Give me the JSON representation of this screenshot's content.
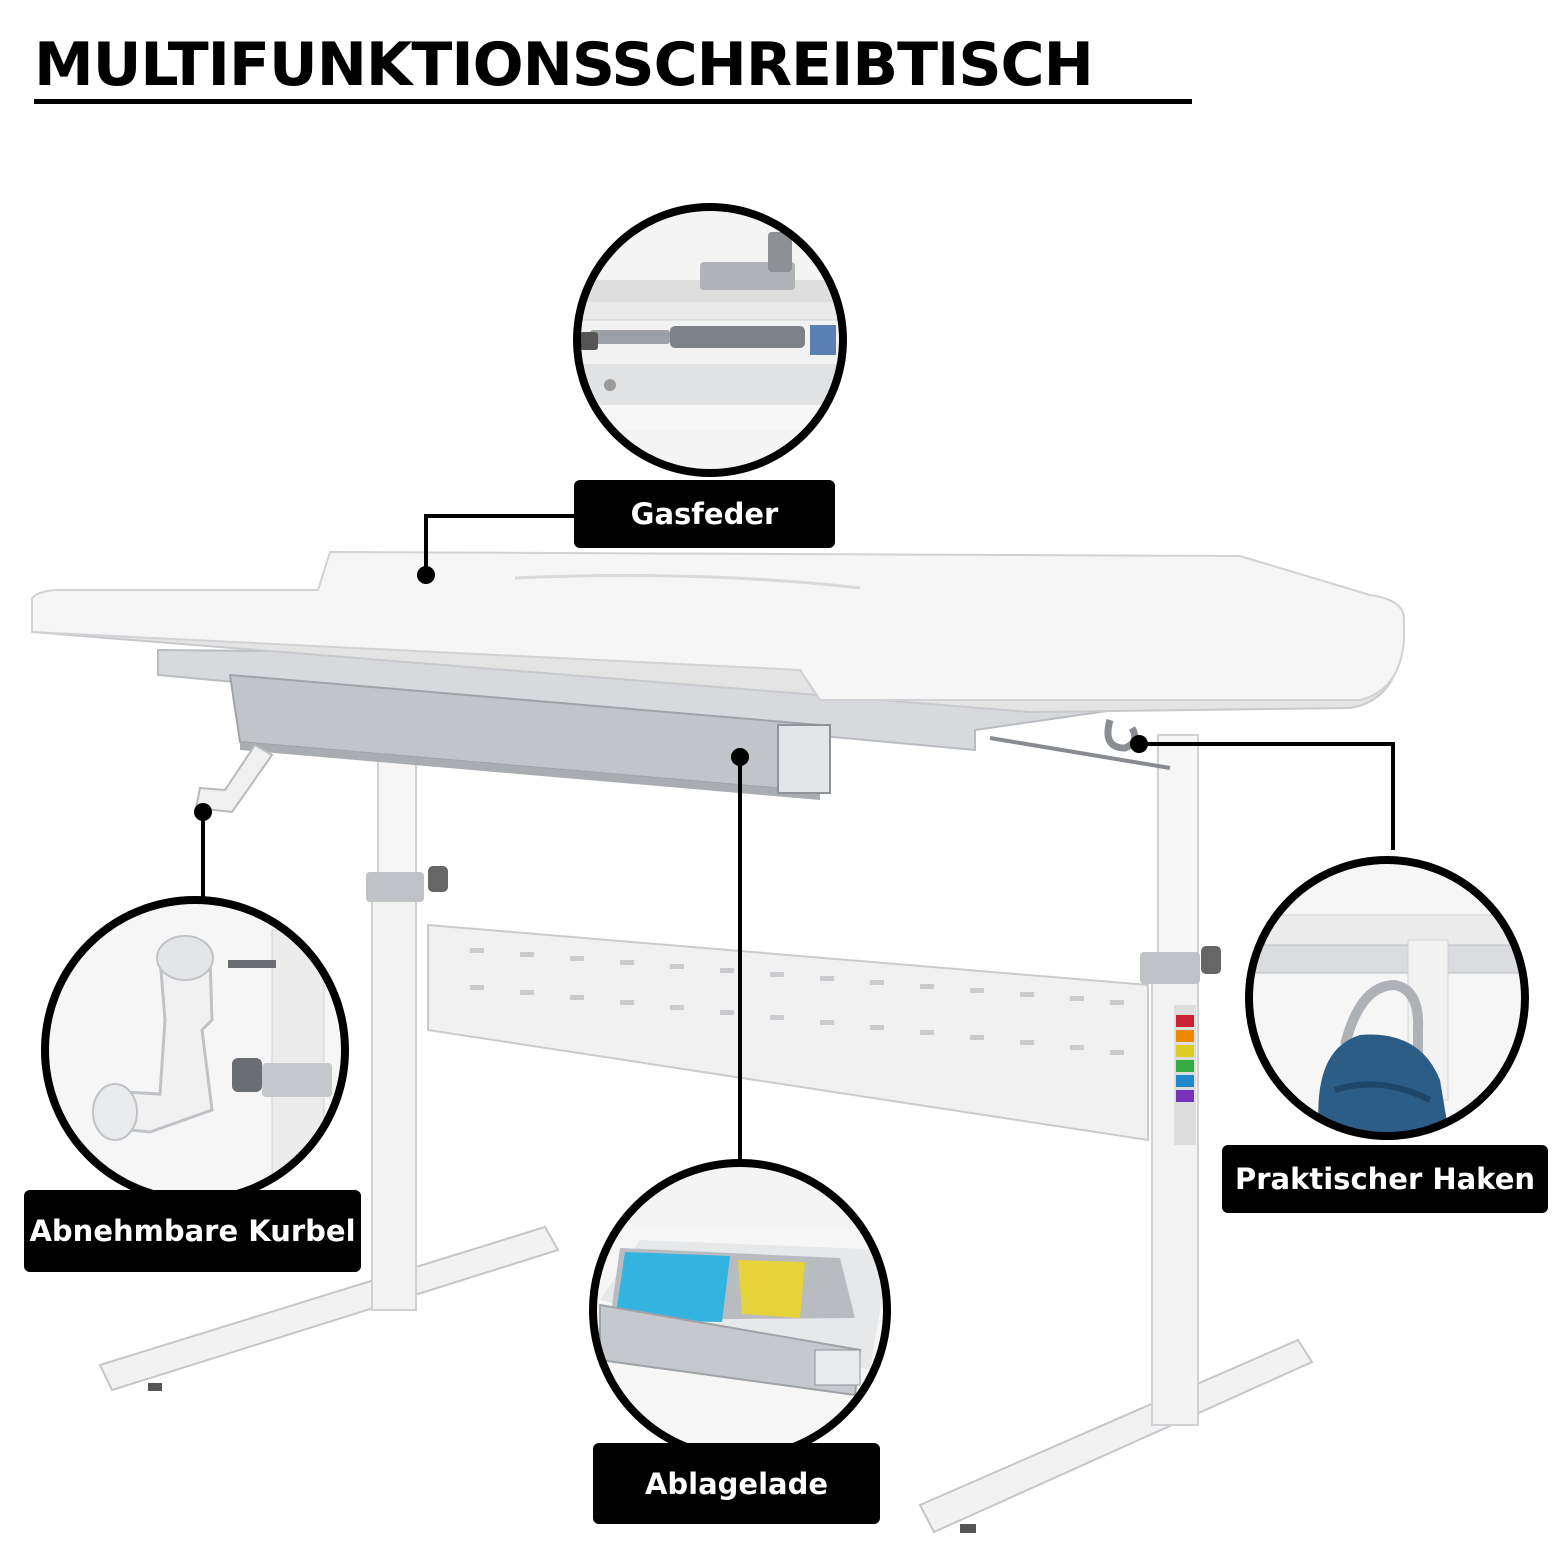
{
  "title": "MULTIFUNKTIONSSCHREIBTISCH",
  "colors": {
    "label_bg": "#000000",
    "label_text": "#ffffff",
    "desk_white": "#f4f4f4",
    "frame_gray": "#c9ccd0",
    "backpack_blue": "#2b5d86",
    "notebook_cyan": "#33b3e0"
  },
  "callouts": {
    "gas_spring": {
      "label": "Gasfeder",
      "icon": "gas-spring-closeup"
    },
    "crank": {
      "label": "Abnehmbare Kurbel",
      "icon": "crank-closeup"
    },
    "drawer": {
      "label": "Ablagelade",
      "icon": "drawer-closeup"
    },
    "hook": {
      "label": "Praktischer Haken",
      "icon": "hook-closeup"
    }
  }
}
